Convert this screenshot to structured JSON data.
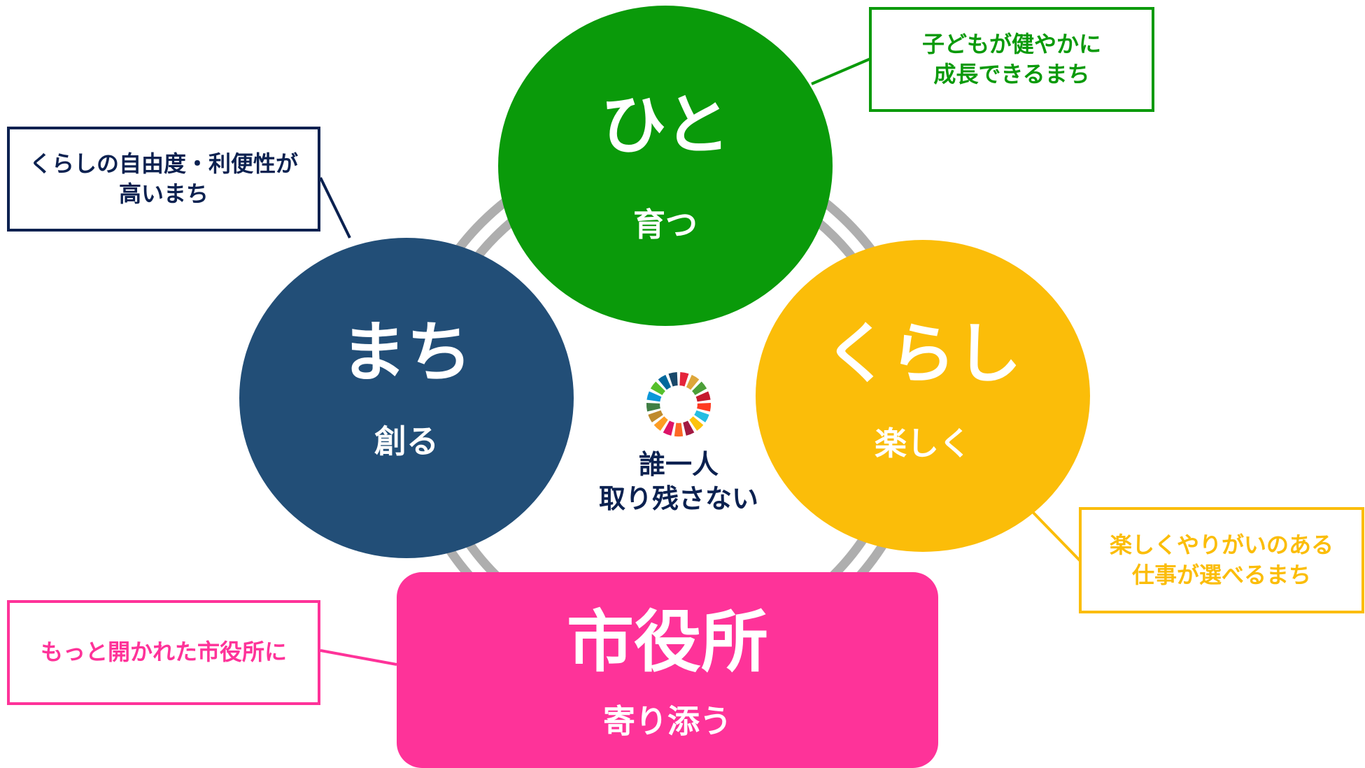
{
  "colors": {
    "hito": "#0a9a0a",
    "machi": "#224e77",
    "kurashi": "#fbbd09",
    "city_hall": "#fe3399",
    "ring": "#aeaeae",
    "navy_text": "#0b2150"
  },
  "circles": {
    "hito": {
      "title": "ひと",
      "verb": "育つ"
    },
    "machi": {
      "title": "まち",
      "verb": "創る"
    },
    "kurashi": {
      "title": "くらし",
      "verb": "楽しく"
    }
  },
  "city_hall": {
    "title": "市役所",
    "verb": "寄り添う"
  },
  "callouts": {
    "hito": {
      "line1": "子どもが健やかに",
      "line2": "成長できるまち"
    },
    "machi": {
      "line1": "くらしの自由度・利便性が",
      "line2": "高いまち"
    },
    "kurashi": {
      "line1": "楽しくやりがいのある",
      "line2": "仕事が選べるまち"
    },
    "city_hall": {
      "line1": "もっと開かれた市役所に"
    }
  },
  "center": {
    "logo": "sdgs-wheel-icon",
    "line1": "誰一人",
    "line2": "取り残さない",
    "wheel_colors": [
      "#e5243b",
      "#dda63a",
      "#4c9f38",
      "#c5192d",
      "#ff3a21",
      "#26bde2",
      "#fcc30b",
      "#a21942",
      "#fd6925",
      "#dd1367",
      "#fd9d24",
      "#bf8b2e",
      "#3f7e44",
      "#0a97d9",
      "#56c02b",
      "#00689d",
      "#19486a"
    ]
  }
}
